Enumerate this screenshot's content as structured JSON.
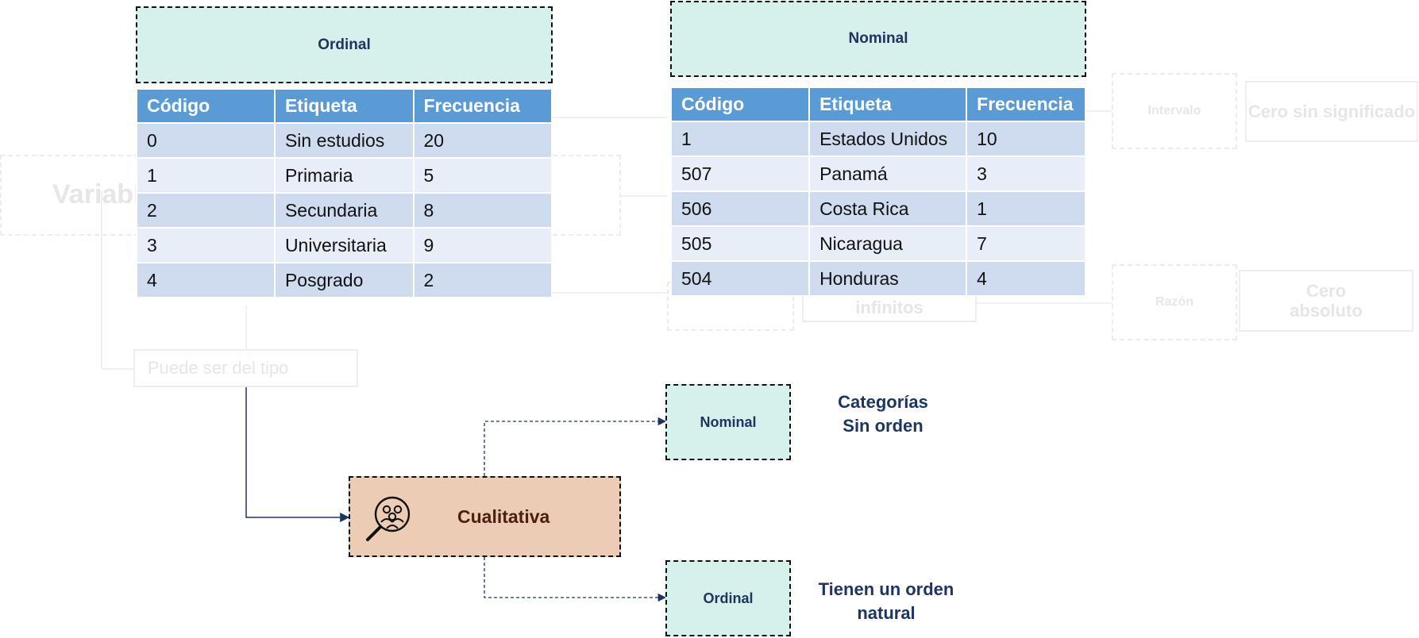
{
  "background": {
    "variable_label": "Variable",
    "puede_label": "Puede ser del tipo",
    "intervalo_label": "Intervalo",
    "cero_sin_label": "Cero sin significado",
    "razon_label": "Razón",
    "cero_abs_label": "Cero absoluto",
    "infinitos_label": "infinitos"
  },
  "ordinal_table": {
    "header_label": "Ordinal",
    "columns": [
      "Código",
      "Etiqueta",
      "Frecuencia"
    ],
    "rows": [
      [
        "0",
        "Sin estudios",
        "20"
      ],
      [
        "1",
        "Primaria",
        "5"
      ],
      [
        "2",
        "Secundaria",
        "8"
      ],
      [
        "3",
        "Universitaria",
        "9"
      ],
      [
        "4",
        "Posgrado",
        "2"
      ]
    ]
  },
  "nominal_table": {
    "header_label": "Nominal",
    "columns": [
      "Código",
      "Etiqueta",
      "Frecuencia"
    ],
    "rows": [
      [
        "1",
        "Estados Unidos",
        "10"
      ],
      [
        "507",
        "Panamá",
        "3"
      ],
      [
        "506",
        "Costa Rica",
        "1"
      ],
      [
        "505",
        "Nicaragua",
        "7"
      ],
      [
        "504",
        "Honduras",
        "4"
      ]
    ]
  },
  "diagram": {
    "center_label": "Cualitativa",
    "nominal_label": "Nominal",
    "ordinal_label": "Ordinal",
    "nominal_desc_line1": "Categorías",
    "nominal_desc_line2": "Sin orden",
    "ordinal_desc_line1": "Tienen un orden",
    "ordinal_desc_line2": "natural"
  },
  "colors": {
    "mint": "#d6f0ec",
    "table_header": "#5b9bd5",
    "row_dark": "#cfdcef",
    "row_light": "#e8eef8",
    "center_box": "#ecccb5",
    "navy_text": "#1d3560"
  },
  "icons": {
    "center_icon": "magnifier-people-icon"
  }
}
